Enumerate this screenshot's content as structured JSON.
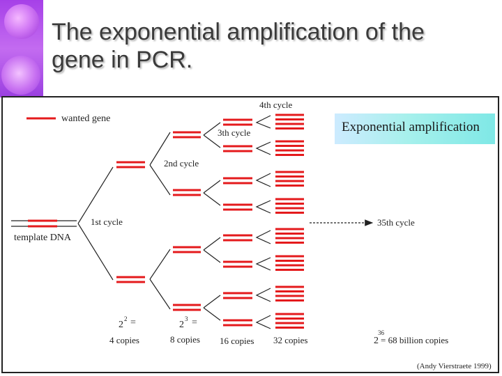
{
  "slide": {
    "title_line1": "The exponential amplification of the",
    "title_line2": "gene in PCR."
  },
  "colors": {
    "dna_strand": "#e41a1c",
    "sidebar": "#b04fe8",
    "callout_bg": "#a7f0ec"
  },
  "diagram": {
    "legend_label": "wanted gene",
    "template_label": "template DNA",
    "cycles": {
      "c1": "1st cycle",
      "c2": "2nd cycle",
      "c3": "3th cycle",
      "c4": "4th cycle",
      "c35": "35th cycle"
    },
    "callout": "Exponential amplification",
    "counts": {
      "two_sq_base": "2",
      "two_sq_exp": "2",
      "two_sq_eq": "=",
      "four_copies": "4 copies",
      "two_cu_base": "2",
      "two_cu_exp": "3",
      "two_cu_eq": "=",
      "eight_copies": "8 copies",
      "sixteen_copies": "16 copies",
      "thirtytwo_copies": "32 copies",
      "final_base": "2",
      "final_exp": "36",
      "final_text": "= 68 billion copies"
    },
    "credit": "(Andy Vierstraete 1999)"
  }
}
